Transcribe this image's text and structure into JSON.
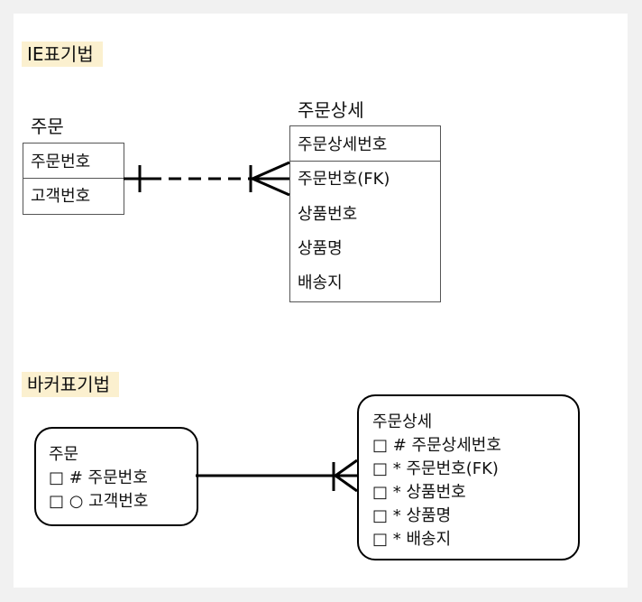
{
  "sections": {
    "ie_label": "IE표기법",
    "barker_label": "바커표기법"
  },
  "ie": {
    "order": {
      "title": "주문",
      "rows": [
        "주문번호",
        "고객번호"
      ]
    },
    "order_detail": {
      "title": "주문상세",
      "pk_row": "주문상세번호",
      "rows": [
        "주문번호(FK)",
        "상품번호",
        "상품명",
        "배송지"
      ]
    }
  },
  "barker": {
    "order": {
      "title": "주문",
      "rows": [
        "□ # 주문번호",
        "□ ○ 고객번호"
      ]
    },
    "order_detail": {
      "title": "주문상세",
      "rows": [
        "□ # 주문상세번호",
        "□ * 주문번호(FK)",
        "□ * 상품번호",
        "□ * 상품명",
        "□ * 배송지"
      ]
    }
  }
}
